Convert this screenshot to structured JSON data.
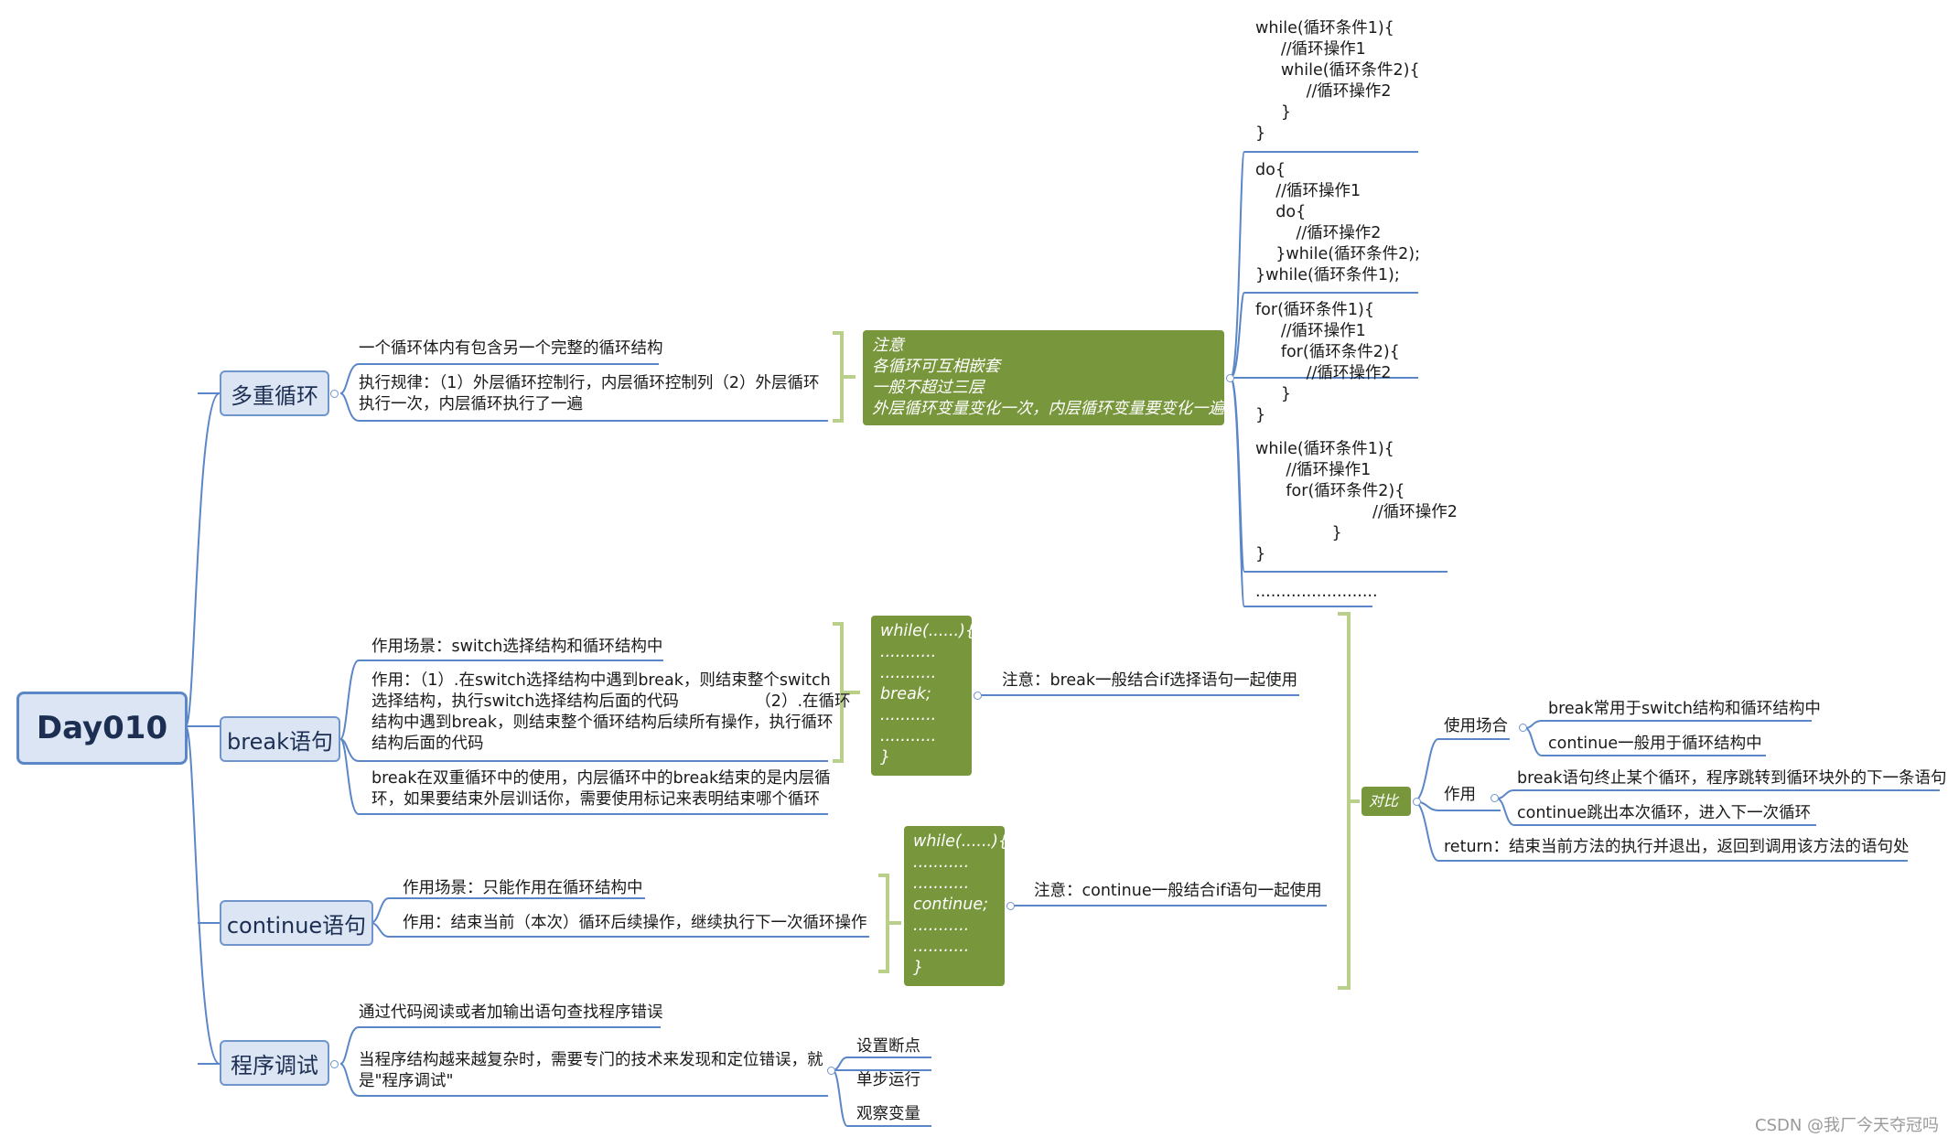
{
  "root": {
    "label": "Day010"
  },
  "multi": {
    "label": "多重循环",
    "def": "一个循环体内有包含另一个完整的循环结构",
    "rule": "执行规律：（1）外层循环控制行，内层循环控制列（2）外层循环\n执行一次，内层循环执行了一遍",
    "note": "注意\n各循环可互相嵌套\n一般不超过三层\n外层循环变量变化一次，内层循环变量要变化一遍",
    "code1": "while(循环条件1){\n     //循环操作1\n     while(循环条件2){\n          //循环操作2\n     }\n}",
    "code2": "do{\n    //循环操作1\n    do{\n        //循环操作2\n    }while(循环条件2);\n}while(循环条件1);",
    "code3": "for(循环条件1){\n     //循环操作1\n     for(循环条件2){\n          //循环操作2\n     }\n}",
    "code4": "while(循环条件1){\n      //循环操作1\n      for(循环条件2){\n                       //循环操作2\n               }\n}",
    "code5": "........................"
  },
  "brk": {
    "label": "break语句",
    "scene": "作用场景：switch选择结构和循环结构中",
    "effect": "作用：（1）.在switch选择结构中遇到break，则结束整个switch\n选择结构，执行switch选择结构后面的代码               （2）.在循环\n结构中遇到break，则结束整个循环结构后续所有操作，执行循环\n结构后面的代码",
    "nested": "break在双重循环中的使用，内层循环中的break结束的是内层循\n环，如果要结束外层训话你，需要使用标记来表明结束哪个循环",
    "code": "while(......){\n...........\n...........\nbreak;\n...........\n...........\n}",
    "note": "注意：break一般结合if选择语句一起使用"
  },
  "cont": {
    "label": "continue语句",
    "scene": "作用场景：只能作用在循环结构中",
    "effect": "作用：结束当前（本次）循环后续操作，继续执行下一次循环操作",
    "code": "while(......){\n...........\n...........\ncontinue;\n...........\n...........\n}",
    "note": "注意：continue一般结合if语句一起使用"
  },
  "compare": {
    "label": "对比",
    "use_label": "使用场合",
    "use1": "break常用于switch结构和循环结构中",
    "use2": "continue一般用于循环结构中",
    "act_label": "作用",
    "act1": "break语句终止某个循环，程序跳转到循环块外的下一条语句",
    "act2": "continue跳出本次循环，进入下一次循环",
    "ret": "return：结束当前方法的执行并退出，返回到调用该方法的语句处"
  },
  "debug": {
    "label": "程序调试",
    "t1": "通过代码阅读或者加输出语句查找程序错误",
    "t2": "当程序结构越来越复杂时，需要专门的技术来发现和定位错误，就\n是\"程序调试\"",
    "s1": "设置断点",
    "s2": "单步运行",
    "s3": "观察变量"
  },
  "watermark": "CSDN @我厂今天夺冠吗",
  "colors": {
    "line": "#5b86c7",
    "node_fill": "#dbe5f4",
    "green": "#78963b",
    "bracket": "#b9cf8a"
  }
}
